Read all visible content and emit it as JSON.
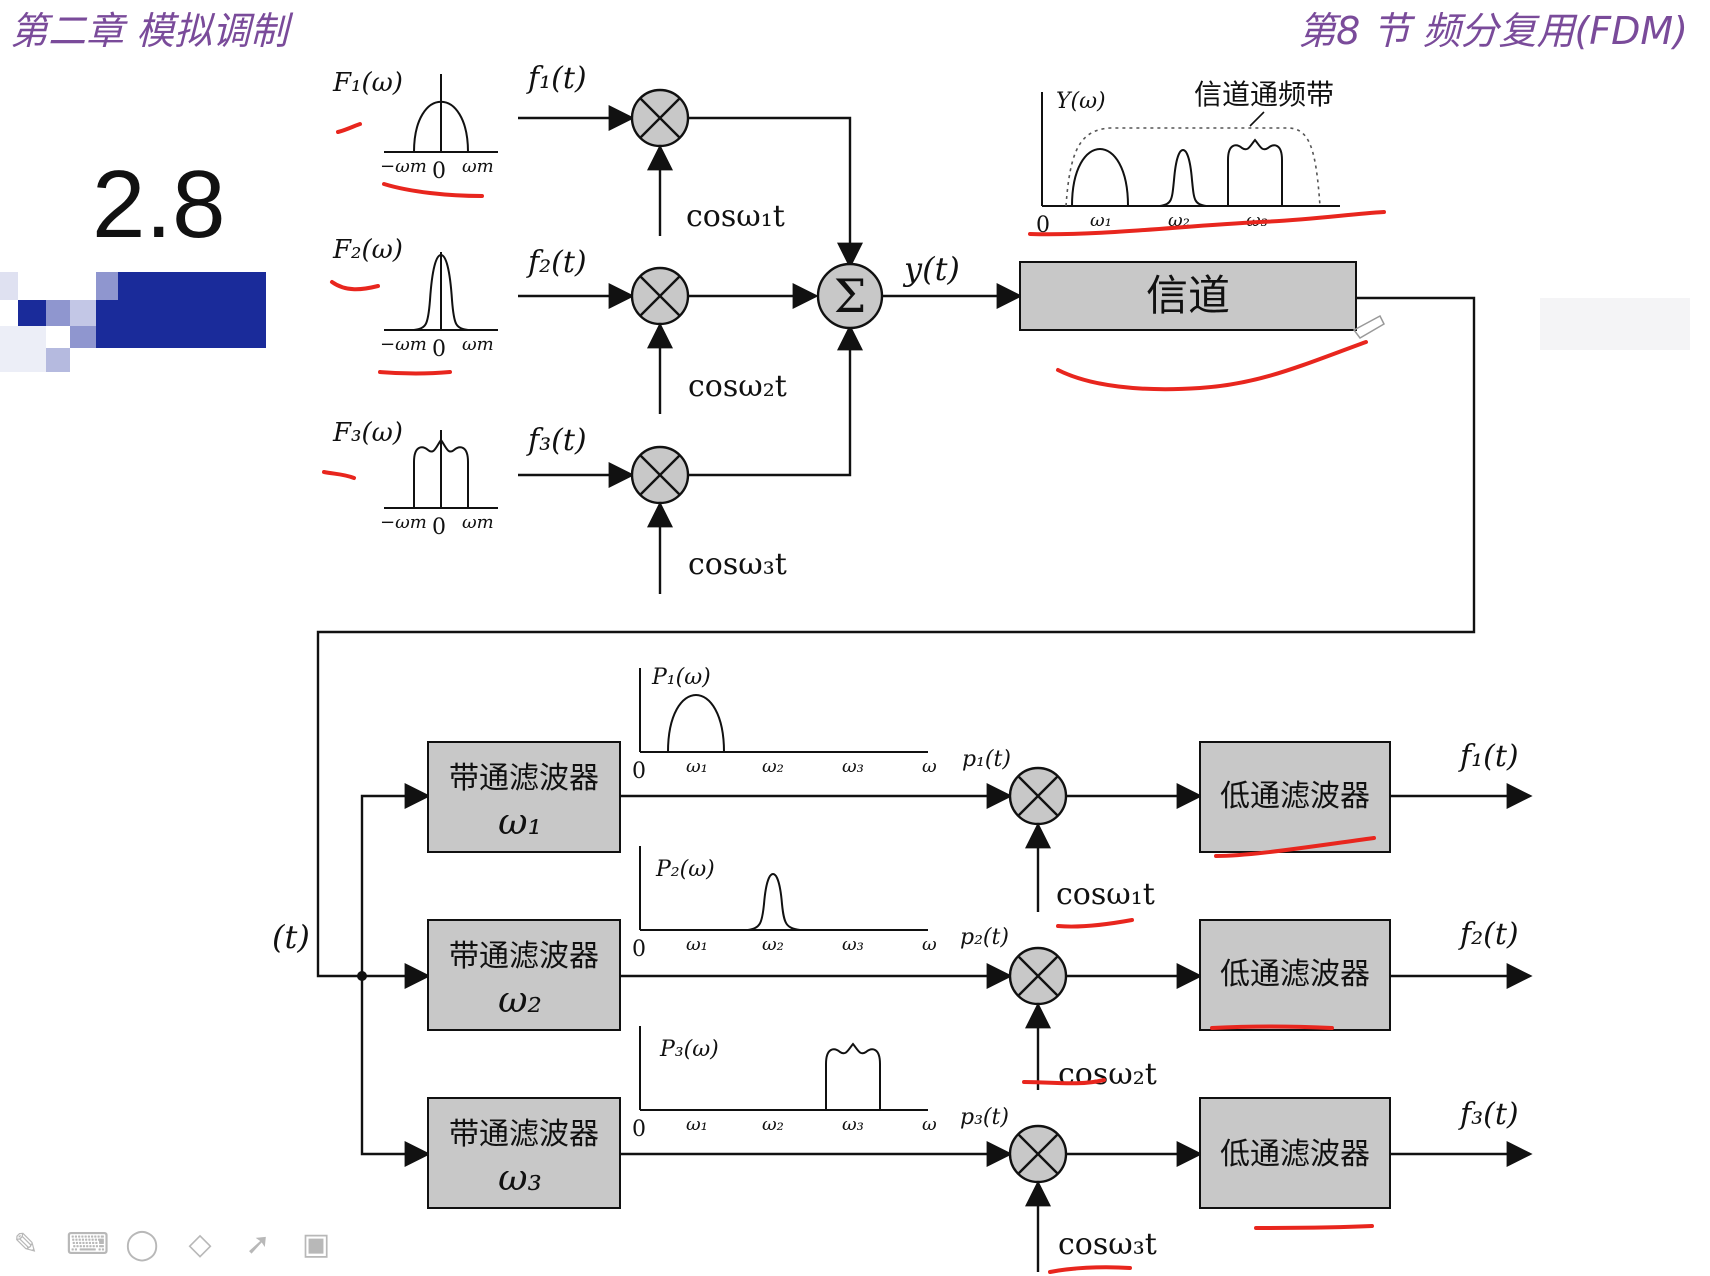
{
  "header": {
    "chapter": "第二章 模拟调制",
    "section": "第8 节 频分复用(FDM)"
  },
  "slide_number": "2.8",
  "tx": {
    "spectra": [
      "F₁(ω)",
      "F₂(ω)",
      "F₃(ω)"
    ],
    "axis_labels": {
      "neg": "−ωm",
      "zero": "0",
      "pos": "ωm"
    },
    "signals": [
      "f₁(t)",
      "f₂(t)",
      "f₃(t)"
    ],
    "carriers": [
      "cosω₁t",
      "cosω₂t",
      "cosω₃t"
    ],
    "sum_symbol": "Σ",
    "output": "y(t)"
  },
  "channel": {
    "label": "信道",
    "spectrum_label": "Y(ω)",
    "passband_label": "信道通频带",
    "axis_zero": "0",
    "axis_ticks": [
      "ω₁",
      "ω₂",
      "ω₃"
    ]
  },
  "rx": {
    "input_label": "(t)",
    "bandpass": [
      {
        "name": "带通滤波器",
        "freq": "ω₁"
      },
      {
        "name": "带通滤波器",
        "freq": "ω₂"
      },
      {
        "name": "带通滤波器",
        "freq": "ω₃"
      }
    ],
    "band_spectra": [
      "P₁(ω)",
      "P₂(ω)",
      "P₃(ω)"
    ],
    "axis_zero": "0",
    "axis_ticks": [
      "ω₁",
      "ω₂",
      "ω₃",
      "ω"
    ],
    "band_signals": [
      "p₁(t)",
      "p₂(t)",
      "p₃(t)"
    ],
    "carriers": [
      "cosω₁t",
      "cosω₂t",
      "cosω₃t"
    ],
    "lowpass": [
      "低通滤波器",
      "低通滤波器",
      "低通滤波器"
    ],
    "outputs": [
      "f₁(t)",
      "f₂(t)",
      "f₃(t)"
    ]
  },
  "toolbar_icons": [
    "pen-icon",
    "keyboard-icon",
    "lasso-icon",
    "eraser-icon",
    "pointer-icon",
    "camera-icon"
  ],
  "colors": {
    "header": "#7a4b9a",
    "annotation": "#e8261e",
    "block": "#c8c8c8",
    "logo_blue": "#1a2b9a"
  }
}
